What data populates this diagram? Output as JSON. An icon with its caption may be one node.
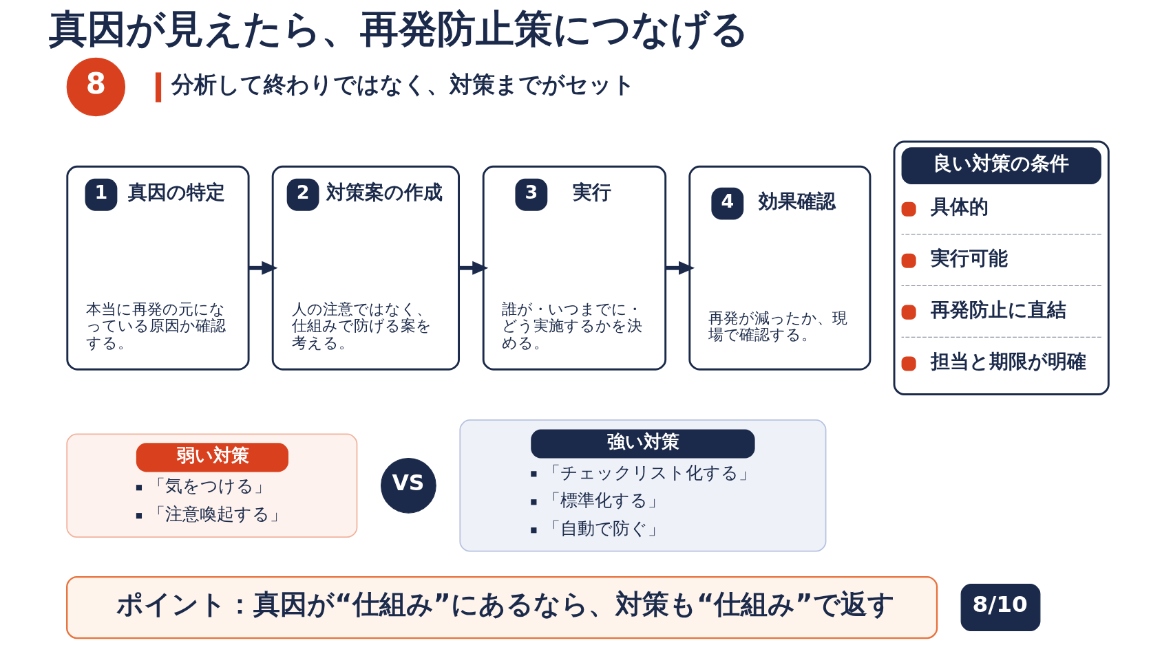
{
  "diagram": {
    "title": "真因が見えたら、再発防止策につなげる",
    "nodes": [
      {
        "text": [
          "8"
        ]
      },
      {
        "text": [
          "1",
          "真因の特定",
          "本当に再発の元になっている原因か確認する。"
        ]
      },
      {
        "text": [
          "2",
          "対策案の作成",
          "人の注意ではなく、仕組みで防げる案を考える。"
        ]
      },
      {
        "text": [
          "3",
          "実行",
          "誰が・いつまでに・どう実施するかを決める。"
        ]
      },
      {
        "text": [
          "4",
          "効果確認",
          "再発が減ったか、現場で確認する。"
        ]
      },
      {
        "text": [
          "良い対策の条件",
          "具体的",
          "実行可能",
          "再発防止に直結",
          "担当と期限が明確"
        ]
      },
      {
        "text": [
          "弱い対策",
          "「気をつける」",
          "「注意喚起する」"
        ]
      },
      {
        "text": [
          "VS"
        ]
      },
      {
        "text": [
          "強い対策",
          "「チェックリスト化する」",
          "「標準化する」",
          "「自動で防ぐ」"
        ]
      },
      {
        "text": [
          "ポイント：真因が“仕組み”にあるなら、対策も“仕組み”で返す"
        ]
      },
      {
        "text": [
          "8/10"
        ]
      }
    ],
    "edges": [
      {
        "from": 1,
        "to": 2,
        "arrow": "to"
      },
      {
        "from": 2,
        "to": 3,
        "arrow": "to"
      },
      {
        "from": 3,
        "to": 4,
        "arrow": "to"
      }
    ],
    "labels": [
      "分析して終わりではなく、対策までがセット"
    ]
  }
}
